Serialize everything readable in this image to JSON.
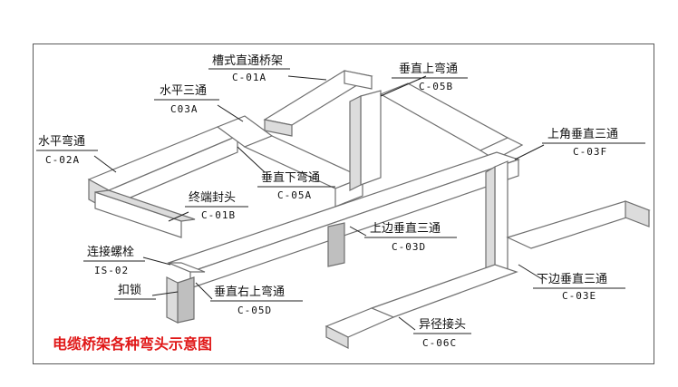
{
  "caption": "电缆桥架各种弯头示意图",
  "caption_color": "#e01818",
  "labels": [
    {
      "id": "c01a",
      "name": "槽式直通桥架",
      "code": "C-01A"
    },
    {
      "id": "c05b",
      "name": "垂直上弯通",
      "code": "C-05B"
    },
    {
      "id": "c03a",
      "name": "水平三通",
      "code": "C03A"
    },
    {
      "id": "c02a",
      "name": "水平弯通",
      "code": "C-02A"
    },
    {
      "id": "c03f",
      "name": "上角垂直三通",
      "code": "C-03F"
    },
    {
      "id": "c05a",
      "name": "垂直下弯通",
      "code": "C-05A"
    },
    {
      "id": "c01b",
      "name": "终端封头",
      "code": "C-01B"
    },
    {
      "id": "c03d",
      "name": "上边垂直三通",
      "code": "C-03D"
    },
    {
      "id": "is02",
      "name": "连接螺栓",
      "code": "IS-02"
    },
    {
      "id": "lock",
      "name": "扣锁",
      "code": ""
    },
    {
      "id": "c05d",
      "name": "垂直右上弯通",
      "code": "C-05D"
    },
    {
      "id": "c03e",
      "name": "下边垂直三通",
      "code": "C-03E"
    },
    {
      "id": "c06c",
      "name": "异径接头",
      "code": "C-06C"
    }
  ]
}
